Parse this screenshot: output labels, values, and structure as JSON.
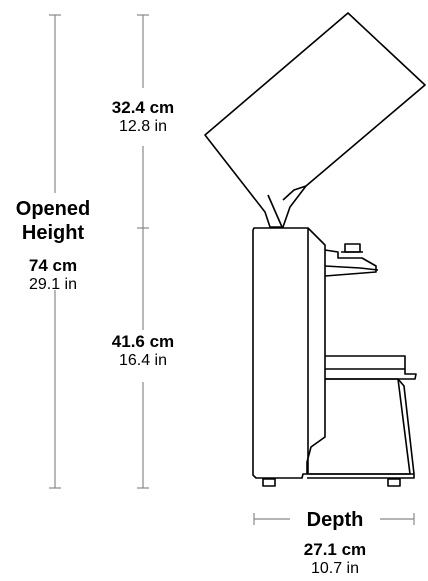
{
  "opened_height": {
    "title_line1": "Opened",
    "title_line2": "Height",
    "metric": "74 cm",
    "imperial": "29.1 in"
  },
  "lid_height": {
    "metric": "32.4 cm",
    "imperial": "12.8 in"
  },
  "body_height": {
    "metric": "41.6 cm",
    "imperial": "16.4 in"
  },
  "depth": {
    "title": "Depth",
    "metric": "27.1 cm",
    "imperial": "10.7 in"
  },
  "colors": {
    "line": "#000000",
    "dimension_line": "#888888",
    "background": "#ffffff"
  }
}
